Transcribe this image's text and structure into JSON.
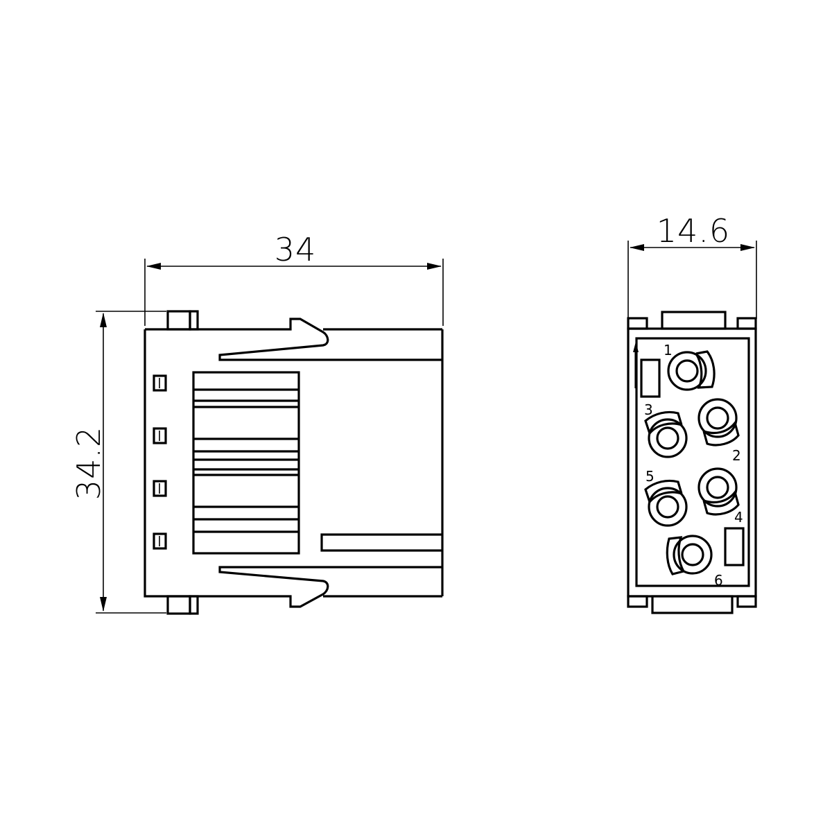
{
  "drawing": {
    "side_view": {
      "width_dimension": "34",
      "height_dimension": "34.2"
    },
    "front_view": {
      "width_dimension": "14.6",
      "pin_labels": [
        "1",
        "2",
        "3",
        "4",
        "5",
        "6"
      ]
    },
    "colors": {
      "line": "#000000",
      "background": "#ffffff"
    }
  }
}
